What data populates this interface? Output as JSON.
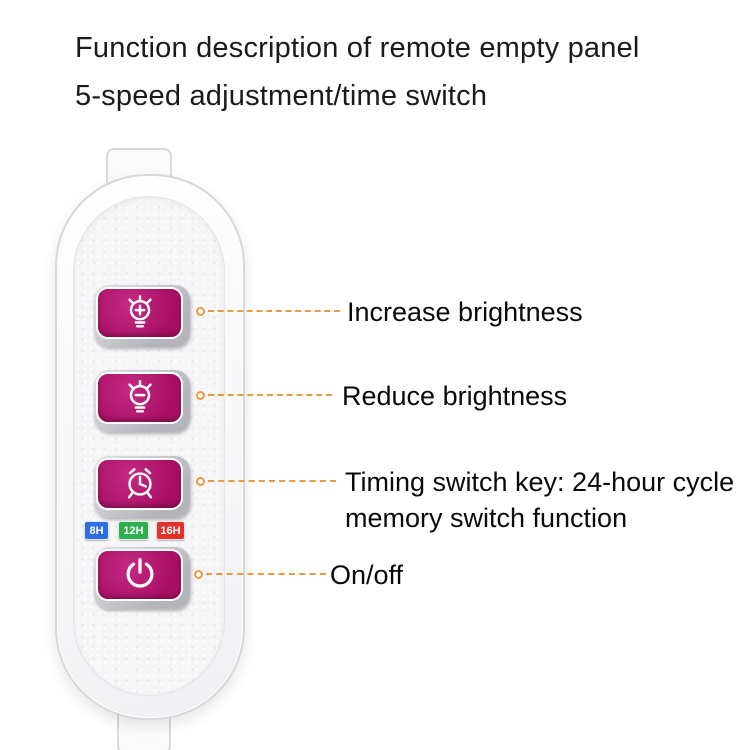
{
  "title": {
    "line1": "Function description of remote empty panel",
    "line2": "5-speed adjustment/time switch"
  },
  "remote": {
    "buttons": [
      {
        "id": "increase-brightness",
        "icon": "brightness-up-icon"
      },
      {
        "id": "reduce-brightness",
        "icon": "brightness-down-icon"
      },
      {
        "id": "timing-switch",
        "icon": "alarm-clock-icon"
      },
      {
        "id": "power",
        "icon": "power-icon"
      }
    ],
    "timer_badges": [
      {
        "label": "8H",
        "color": "#2e6de0"
      },
      {
        "label": "12H",
        "color": "#2fae4e"
      },
      {
        "label": "16H",
        "color": "#e5312b"
      }
    ]
  },
  "callouts": [
    {
      "label": "Increase brightness"
    },
    {
      "label": "Reduce brightness"
    },
    {
      "label": "Timing switch key: 24-hour cycle memory switch function"
    },
    {
      "label": "On/off"
    }
  ],
  "colors": {
    "button_face": "#ab1166",
    "button_bezel": "#b4b4bb",
    "callout_line": "#e89a3f",
    "device_body": "#f7f7f9",
    "text": "#0a0a0a"
  }
}
